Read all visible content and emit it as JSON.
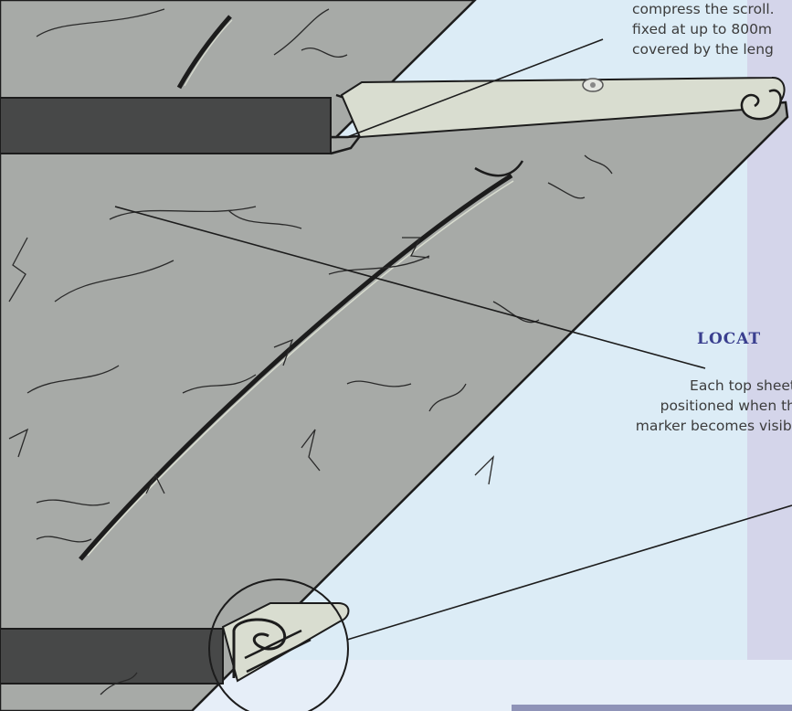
{
  "callouts": {
    "top_text_lines": [
      "compress the scroll.",
      "fixed at up to 800m",
      "covered by the leng"
    ],
    "location_heading": "LOCAT",
    "location_text_lines": [
      "Each top sheet",
      "positioned when th",
      "marker becomes visibl"
    ]
  },
  "colors": {
    "background": "#dcecf6",
    "side_panel": "#d4d5ea",
    "sheet": "#a7aaa7",
    "sheet_edge": "#1c1c1c",
    "strip_dark": "#474848",
    "batten": "#d9ddd0",
    "heading": "#3a3f8f",
    "caption": "#3c3c3c"
  },
  "icons": {
    "magnify_marker": "circle-callout-icon",
    "fixing": "screw-head-icon"
  }
}
